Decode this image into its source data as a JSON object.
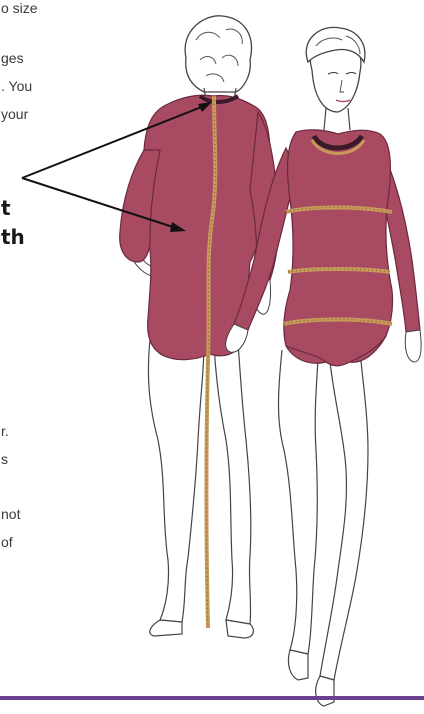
{
  "text_fragments": {
    "line1": "o size",
    "line2": "ges",
    "line3": ". You",
    "line4": "your",
    "bold1": "t",
    "bold2": "th",
    "line5": "r.",
    "line6": "s",
    "line7": "not",
    "line8": "of"
  },
  "colors": {
    "garment": "#a84a62",
    "garment_dark": "#8c3a52",
    "tape": "#c79a5a",
    "footer": "#6a3f8c"
  },
  "figure": {
    "arrow_label": "measurement-arrow",
    "figures": [
      "back-view-figure",
      "front-view-figure"
    ]
  }
}
